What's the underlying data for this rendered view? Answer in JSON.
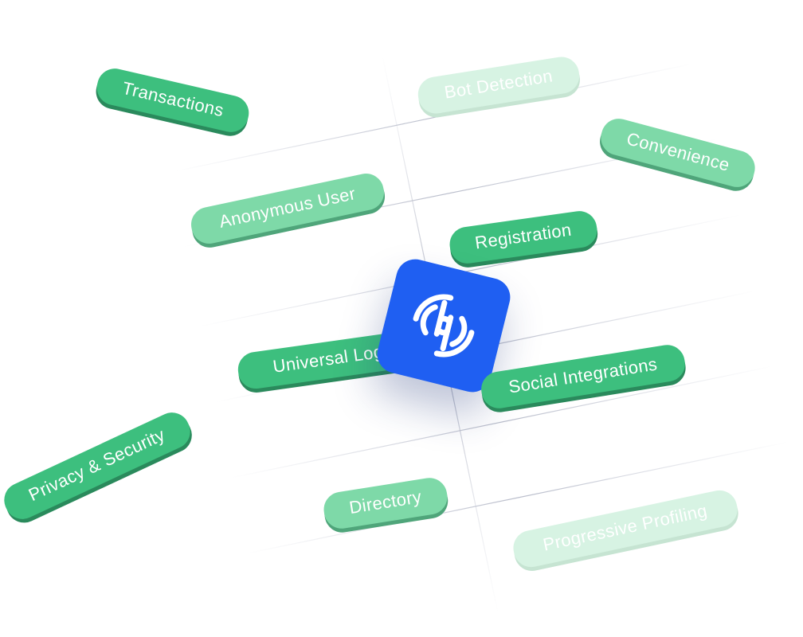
{
  "colors": {
    "pill_dark": "#3dbf7e",
    "pill_dark_shadow": "#2a8a5c",
    "pill_mid": "#7ed9a8",
    "pill_mid_shadow": "#4fa57a",
    "pill_faint": "#d7f3e3",
    "pill_faint_shadow": "#c6e4d2",
    "logo_bg": "#1f5ff2",
    "grid_line": "#c7cad6"
  },
  "logo": {
    "icon": "swirl-logo-icon"
  },
  "tags": [
    {
      "label": "Transactions",
      "style": "dark"
    },
    {
      "label": "Bot Detection",
      "style": "faint"
    },
    {
      "label": "Convenience",
      "style": "mid"
    },
    {
      "label": "Anonymous User",
      "style": "mid"
    },
    {
      "label": "Registration",
      "style": "dark"
    },
    {
      "label": "Universal Login",
      "style": "dark"
    },
    {
      "label": "Social Integrations",
      "style": "dark"
    },
    {
      "label": "Privacy & Security",
      "style": "dark"
    },
    {
      "label": "Directory",
      "style": "mid"
    },
    {
      "label": "Progressive Profiling",
      "style": "faint"
    }
  ]
}
